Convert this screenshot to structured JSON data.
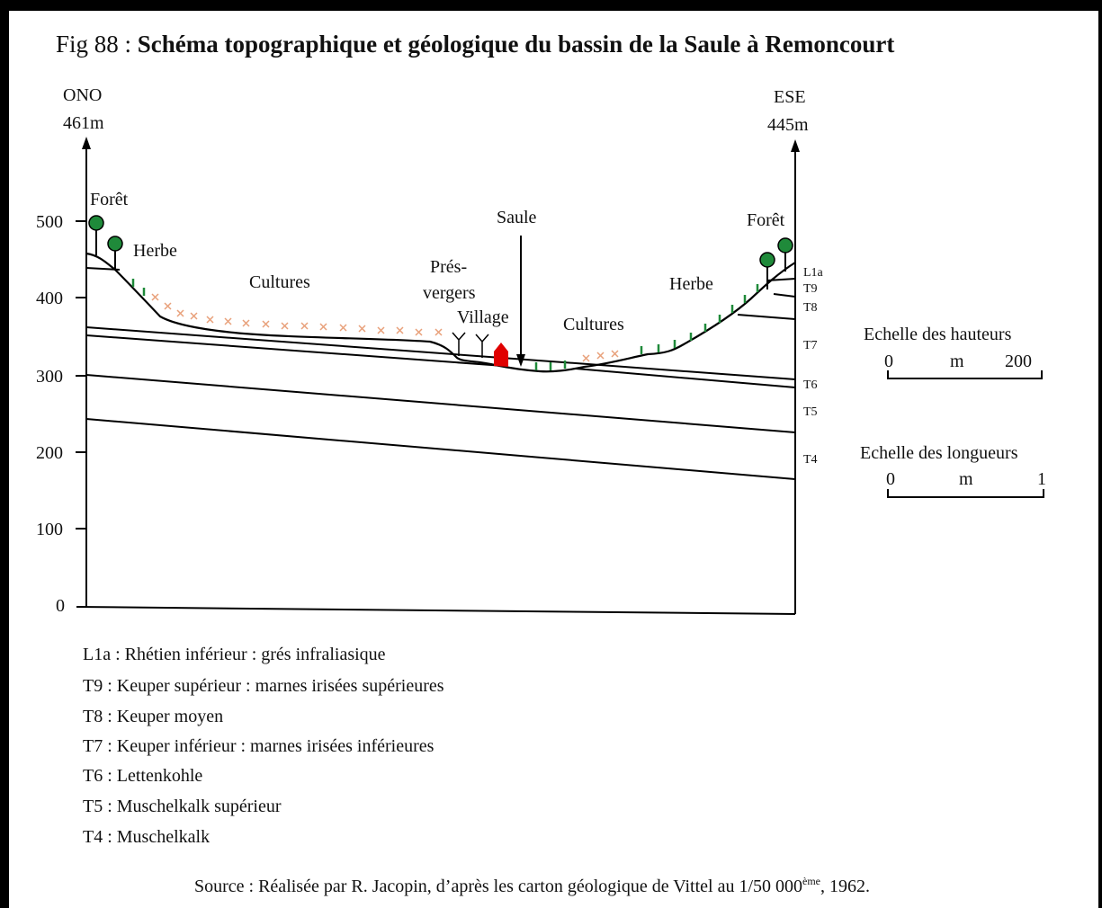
{
  "title": {
    "prefix": "Fig 88 : ",
    "main": "Schéma topographique et géologique du bassin de la Saule à Remoncourt"
  },
  "left_end": {
    "direction": "ONO",
    "altitude": "461m"
  },
  "right_end": {
    "direction": "ESE",
    "altitude": "445m"
  },
  "y_ticks": [
    "500",
    "400",
    "300",
    "200",
    "100",
    "0"
  ],
  "labels": {
    "foret_left": "Forêt",
    "herbe_left": "Herbe",
    "cultures_left": "Cultures",
    "pres1": "Prés-",
    "pres2": "vergers",
    "village": "Village",
    "saule": "Saule",
    "cultures_right": "Cultures",
    "herbe_right": "Herbe",
    "foret_right": "Forêt"
  },
  "layer_codes": [
    "L1a",
    "T9",
    "T8",
    "T7",
    "T6",
    "T5",
    "T4"
  ],
  "scales": {
    "heights": {
      "title": "Echelle des hauteurs",
      "start": "0",
      "unit": "m",
      "end": "200"
    },
    "lengths": {
      "title": "Echelle des longueurs",
      "start": "0",
      "unit": "m",
      "end": "1"
    }
  },
  "legend": [
    "L1a : Rhétien inférieur : grés infraliasique",
    "T9 : Keuper supérieur : marnes irisées supérieures",
    "T8 : Keuper moyen",
    "T7 : Keuper inférieur : marnes irisées inférieures",
    "T6 : Lettenkohle",
    "T5 : Muschelkalk supérieur",
    "T4 : Muschelkalk"
  ],
  "source": {
    "text": "Source : Réalisée par R. Jacopin, d’après les carton géologique de Vittel au 1/50 000",
    "sup": "ème",
    "end": ", 1962."
  },
  "colors": {
    "crops_marks": "#e8a07a",
    "grass_marks": "#1f8a3a",
    "trees": "#1f8a3a",
    "village": "#e00000"
  }
}
